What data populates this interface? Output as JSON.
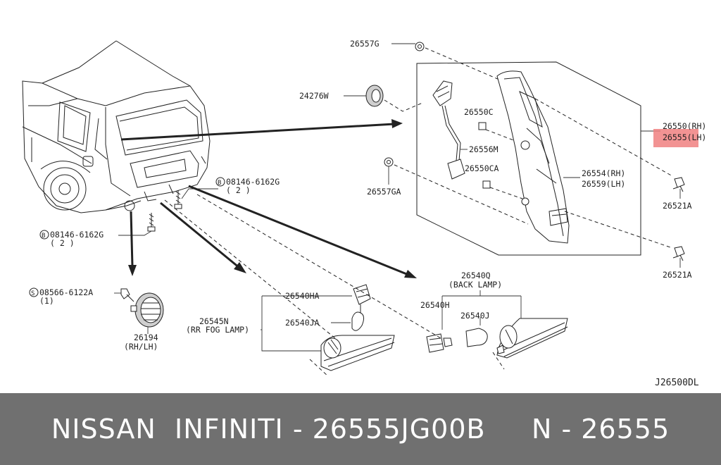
{
  "labels": {
    "p26557G": "26557G",
    "p24276W": "24276W",
    "p26550C": "26550C",
    "p26556M": "26556M",
    "p26550CA": "26550CA",
    "p26557GA": "26557GA",
    "p26550RH": "26550(RH)",
    "p26555LH": "26555(LH)",
    "p26521A_top": "26521A",
    "p26521A_bottom": "26521A",
    "p26554RH": "26554(RH)",
    "p26559LH": "26559(LH)",
    "bolt_right_code": "08146-6162G",
    "bolt_right_qty": "( 2 )",
    "bolt_left_code": "08146-6162G",
    "bolt_left_qty": "( 2 )",
    "screw_code": "08566-6122A",
    "screw_qty": "(1)",
    "p26194": "26194",
    "p26194_side": "(RH/LH)",
    "p26540HA": "26540HA",
    "p26545N": "26545N",
    "fog_lamp": "(RR FOG LAMP)",
    "p26540JA": "26540JA",
    "p26540Q": "26540Q",
    "back_lamp": "(BACK LAMP)",
    "p26540H": "26540H",
    "p26540J": "26540J",
    "bolt_marker": "B",
    "screw_marker": "S",
    "diagram_code": "J26500DL"
  },
  "footer": {
    "text": "NISSAN  INFINITI - 26555JG00B     N - 26555"
  },
  "colors": {
    "highlight": "#f08080",
    "footer_bg": "#707070",
    "footer_text": "#ffffff"
  }
}
